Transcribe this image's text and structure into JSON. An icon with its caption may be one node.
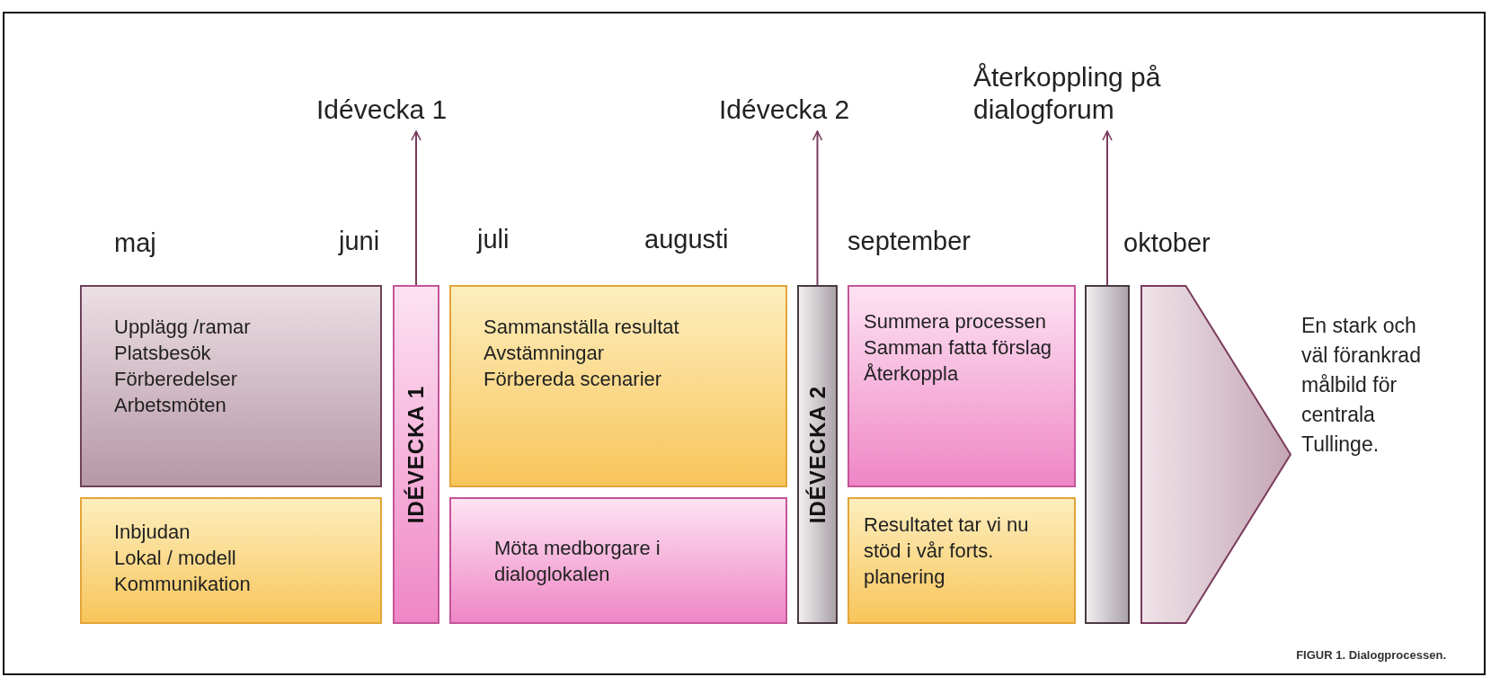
{
  "diagram": {
    "caption": "FIGUR 1. Dialogprocessen.",
    "nodes": [
      {
        "text": [
          "Upplägg /ramar",
          "Platsbesök",
          "Förberedelser",
          "Arbetsmöten"
        ]
      },
      {
        "text": [
          "Inbjudan",
          "Lokal / modell",
          "Kommunikation"
        ]
      },
      {
        "text": [
          "IDÉVECKA 1"
        ]
      },
      {
        "text": [
          "Sammanställa resultat",
          "Avstämningar",
          "Förbereda scenarier"
        ]
      },
      {
        "text": [
          "Möta medborgare i dialoglokalen"
        ]
      },
      {
        "text": [
          "IDÉVECKA 2"
        ]
      },
      {
        "text": [
          "Summera processen",
          "Samman fatta förslag",
          "Återkoppla"
        ]
      },
      {
        "text": [
          "Resultatet tar vi nu stöd i vår forts. planering"
        ]
      },
      {
        "text": [],
        "shape": "bar"
      },
      {
        "text": [],
        "shape": "arrow"
      },
      {
        "text": [
          "Idévecka 1"
        ]
      },
      {
        "text": [
          "Idévecka 2"
        ]
      },
      {
        "text": [
          "Återkoppling på dialogforum"
        ]
      }
    ],
    "edges": [
      {
        "from": 2,
        "to": 10,
        "arrow": "to"
      },
      {
        "from": 5,
        "to": 11,
        "arrow": "to"
      },
      {
        "from": 8,
        "to": 12,
        "arrow": "to"
      }
    ],
    "labels": [
      "maj",
      "juni",
      "juli",
      "augusti",
      "september",
      "oktober",
      "En stark och väl förankrad målbild för centrala Tullinge."
    ]
  }
}
